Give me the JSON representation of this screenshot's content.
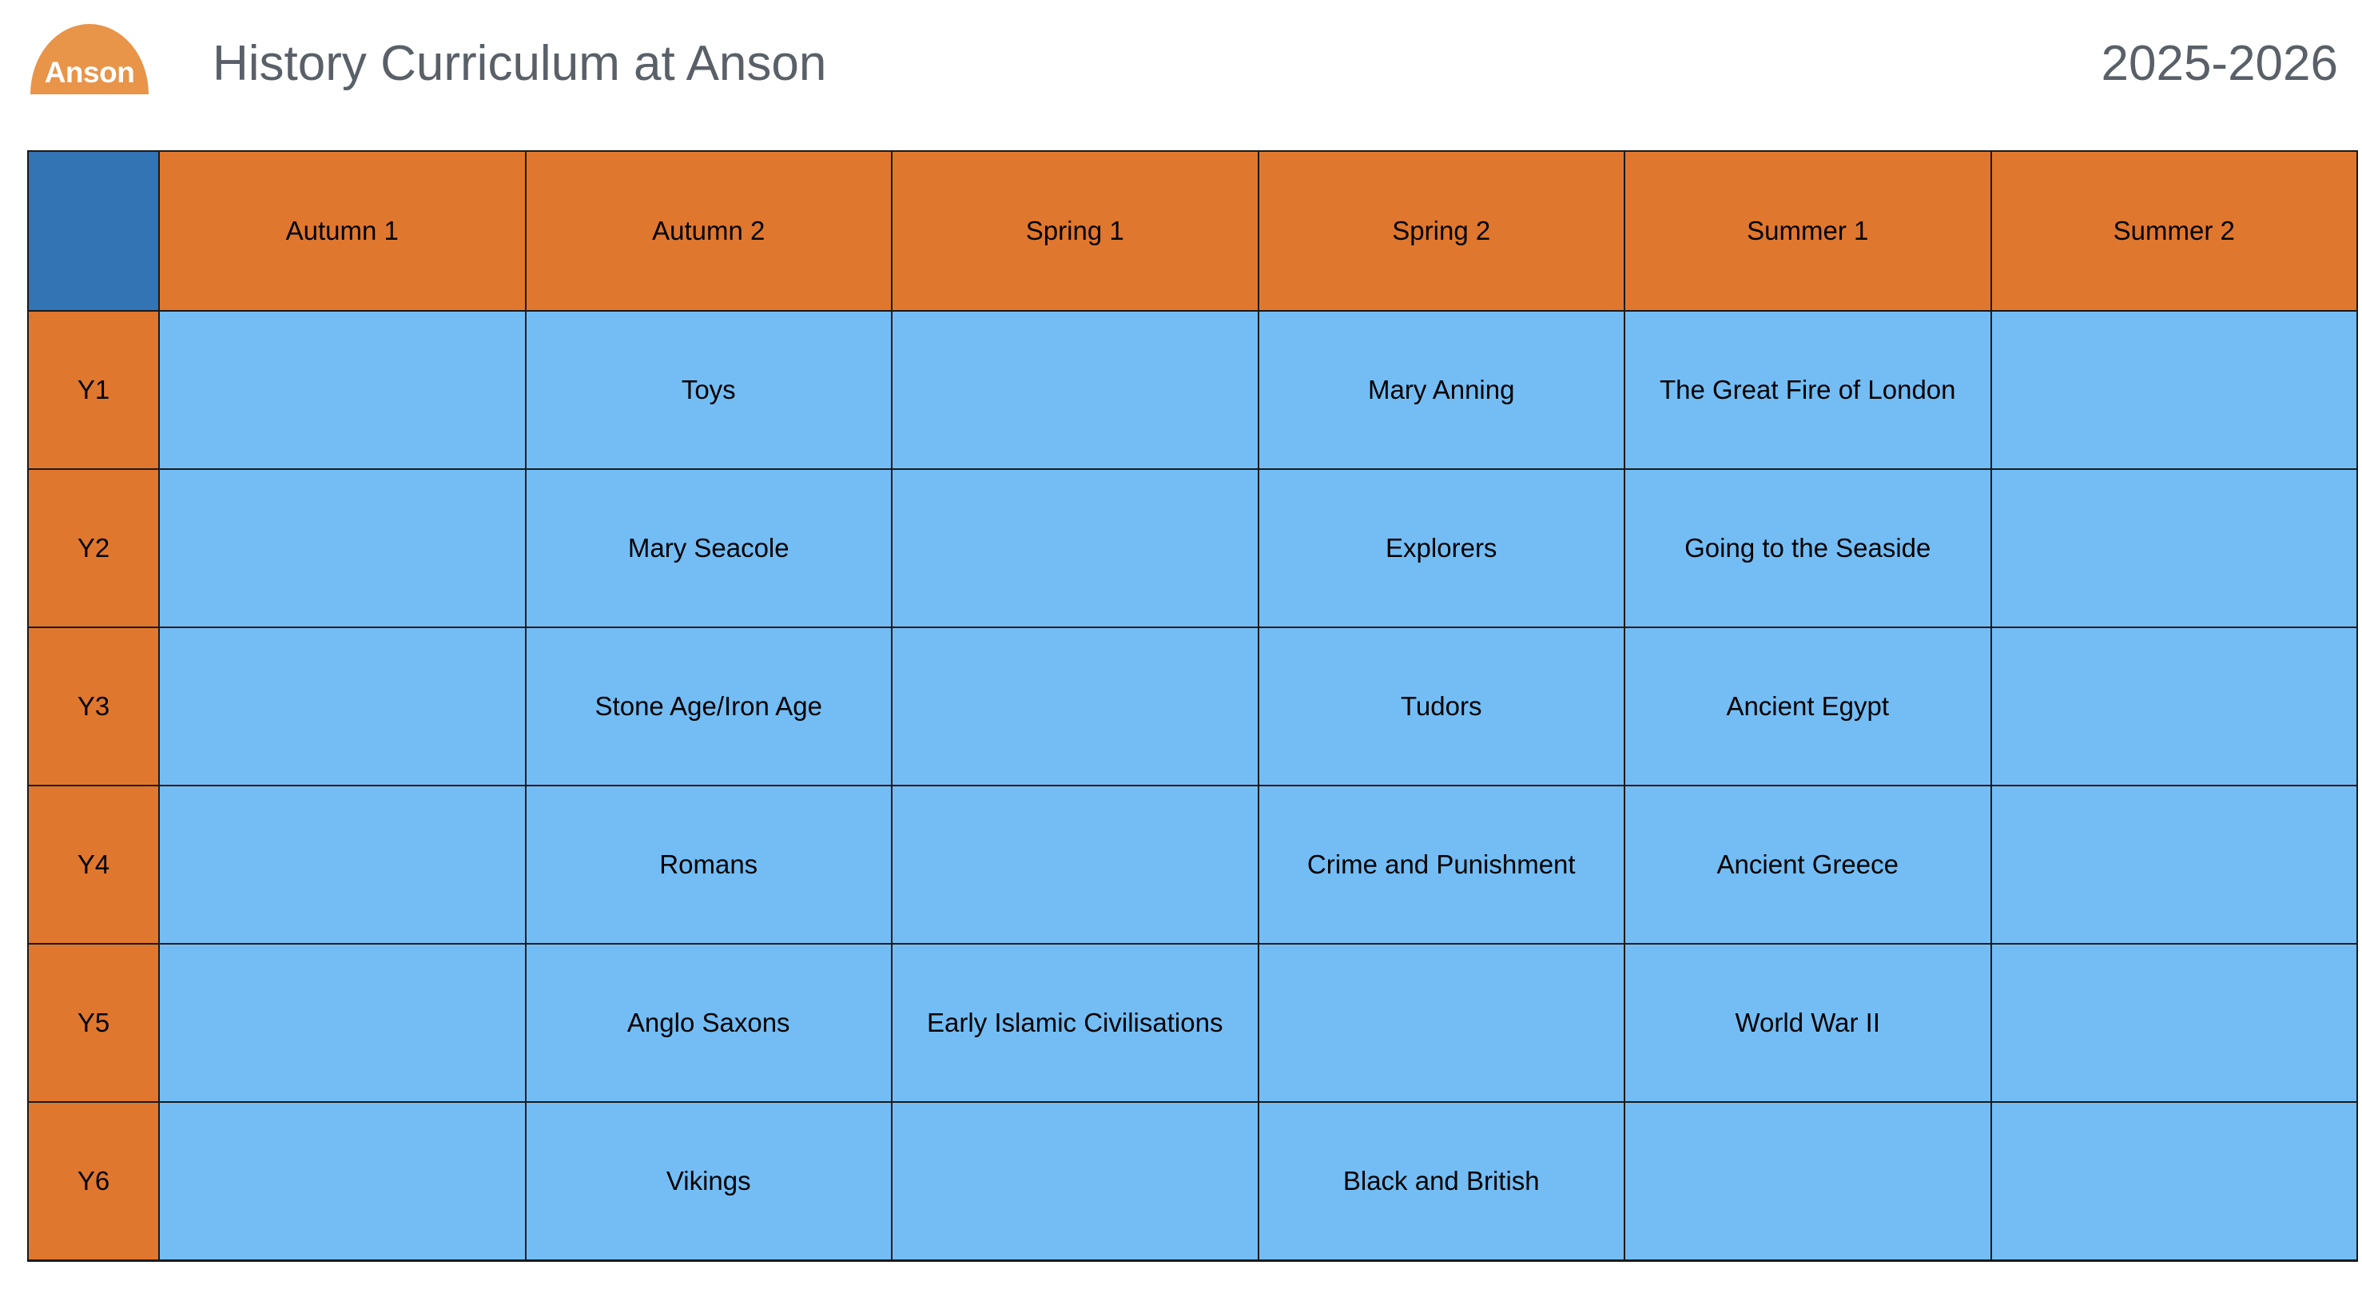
{
  "page": {
    "logo_text": "Anson",
    "title": "History Curriculum at Anson",
    "year": "2025-2026"
  },
  "colors": {
    "header_orange": "#E0772E",
    "corner_blue": "#3374B4",
    "cell_blue": "#73BDF4",
    "logo_orange": "#E89449",
    "title_gray": "#5A6068",
    "border_dark": "#1A1A1A"
  },
  "table": {
    "columns": [
      "",
      "Autumn 1",
      "Autumn 2",
      "Spring 1",
      "Spring 2",
      "Summer 1",
      "Summer 2"
    ],
    "rows": [
      {
        "year": "Y1",
        "cells": [
          "",
          "Toys",
          "",
          "Mary Anning",
          "The Great Fire of London",
          ""
        ]
      },
      {
        "year": "Y2",
        "cells": [
          "",
          "Mary Seacole",
          "",
          "Explorers",
          "Going to the Seaside",
          ""
        ]
      },
      {
        "year": "Y3",
        "cells": [
          "",
          "Stone Age/Iron Age",
          "",
          "Tudors",
          "Ancient Egypt",
          ""
        ]
      },
      {
        "year": "Y4",
        "cells": [
          "",
          "Romans",
          "",
          "Crime and Punishment",
          "Ancient Greece",
          ""
        ]
      },
      {
        "year": "Y5",
        "cells": [
          "",
          "Anglo Saxons",
          "Early Islamic Civilisations",
          "",
          "World War II",
          ""
        ]
      },
      {
        "year": "Y6",
        "cells": [
          "",
          "Vikings",
          "",
          "Black and British",
          "",
          ""
        ]
      }
    ]
  }
}
